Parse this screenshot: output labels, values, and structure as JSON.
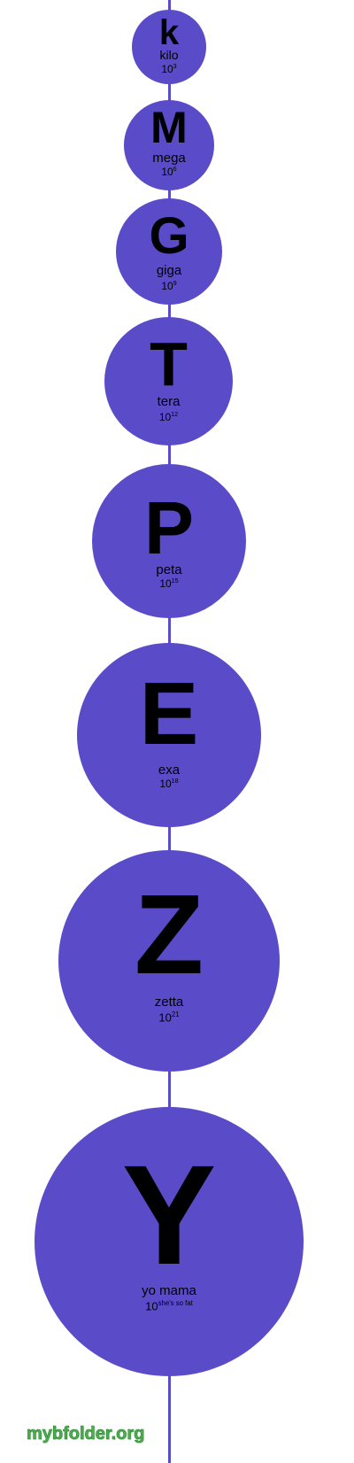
{
  "prefixes": [
    {
      "id": "kilo",
      "symbol": "k",
      "name": "kilo",
      "base": "10",
      "exponent": "3"
    },
    {
      "id": "mega",
      "symbol": "M",
      "name": "mega",
      "base": "10",
      "exponent": "6"
    },
    {
      "id": "giga",
      "symbol": "G",
      "name": "giga",
      "base": "10",
      "exponent": "9"
    },
    {
      "id": "tera",
      "symbol": "T",
      "name": "tera",
      "base": "10",
      "exponent": "12"
    },
    {
      "id": "peta",
      "symbol": "P",
      "name": "peta",
      "base": "10",
      "exponent": "15"
    },
    {
      "id": "exa",
      "symbol": "E",
      "name": "exa",
      "base": "10",
      "exponent": "18"
    },
    {
      "id": "zetta",
      "symbol": "Z",
      "name": "zetta",
      "base": "10",
      "exponent": "21"
    },
    {
      "id": "yotta",
      "symbol": "Y",
      "name": "yo mama",
      "base": "10",
      "exponent": "she's so fat"
    }
  ],
  "watermark": "mybfolder.org",
  "colors": {
    "circle": "#5a4bc8",
    "line": "#5a4bc8",
    "text": "#000000",
    "watermark": "#4caf50",
    "background": "#ffffff"
  }
}
